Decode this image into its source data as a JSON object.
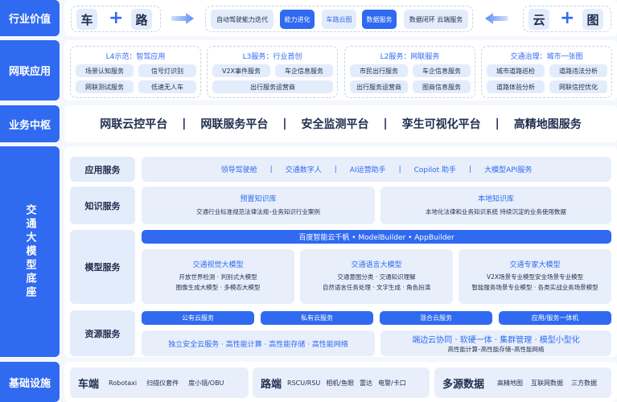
{
  "rows": {
    "value": "行业价值",
    "apps": "网联应用",
    "hub": "业务中枢",
    "model_base": "交通大模型底座",
    "infra": "基础设施"
  },
  "value": {
    "left": [
      "车",
      "+",
      "路"
    ],
    "right": [
      "云",
      "+",
      "图"
    ],
    "chips": [
      "自动驾驶能力迭代",
      "能力进化",
      "车路云图",
      "数据服务",
      "数据闭环 云端服务"
    ]
  },
  "apps": [
    {
      "title": "L4示范：智驾应用",
      "items": [
        "场景认知服务",
        "信号灯识别",
        "网联测试服务",
        "低速无人车"
      ]
    },
    {
      "title": "L3服务：行业首创",
      "items": [
        "V2X事件服务",
        "车企信息服务",
        "出行服务运营商"
      ]
    },
    {
      "title": "L2服务：网联服务",
      "items": [
        "市民出行服务",
        "车企信息服务",
        "出行服务运营商",
        "图商信息服务"
      ]
    },
    {
      "title": "交通治理：城市一张图",
      "items": [
        "城市道路巡检",
        "道路违法分析",
        "道路体验分析",
        "网联信控优化"
      ]
    }
  ],
  "hub": [
    "网联云控平台",
    "|",
    "网联服务平台",
    "|",
    "安全监测平台",
    "|",
    "孪生可视化平台",
    "|",
    "高精地图服务"
  ],
  "sublabels": [
    "应用服务",
    "知识服务",
    "模型服务",
    "资源服务"
  ],
  "app_services": [
    "领导驾驶舱",
    "|",
    "交通数字人",
    "|",
    "AI运营助手",
    "|",
    "Copilot 助手",
    "|",
    "大模型API服务"
  ],
  "knowledge": [
    {
      "title": "预置知识库",
      "desc": "交通行业标准规范法律法规–业务知识行业案例"
    },
    {
      "title": "本地知识库",
      "desc": "本地化法律和业务知识系统 持续沉淀的业务使用数据"
    }
  ],
  "platform_bar": "百度智能云千帆 • ModelBuilder • AppBuilder",
  "models": [
    {
      "title": "交通视觉大模型",
      "lines": [
        "开放世界检测 · 判别式大模型",
        "图像生成大模型 · 多模态大模型"
      ]
    },
    {
      "title": "交通语言大模型",
      "lines": [
        "交通意图分类 · 交通知识理解",
        "自然语言任务处理 · 文字生成 · 角色扮演"
      ]
    },
    {
      "title": "交通专家大模型",
      "lines": [
        "V2X场景专业模型安全场景专业模型",
        "智能服务场景专业模型 · 各类实战业务场景模型"
      ]
    }
  ],
  "resources": [
    "公有云服务",
    "私有云服务",
    "混合云服务",
    "应用/服务一体机"
  ],
  "resource_details": [
    {
      "title": "独立安全云服务 · 高性能计算 · 高性能存储 · 高性能网络"
    },
    {
      "title": "端边云协同 · 软硬一体 · 集群管理 · 模型小型化",
      "desc": "高性能计算–高性能存储–高性能网络"
    }
  ],
  "infra": [
    {
      "title": "车端",
      "items": [
        "Robotaxi",
        "扫描仪套件",
        "度小镜/OBU"
      ]
    },
    {
      "title": "路端",
      "items": [
        "RSCU/RSU",
        "相机/鱼眼",
        "雷达",
        "电警/卡口"
      ]
    },
    {
      "title": "多源数据",
      "items": [
        "高精地图",
        "互联网数据",
        "三方数据"
      ]
    }
  ],
  "colors": {
    "accent": "#2f6af0",
    "light": "#e3ecfa"
  }
}
